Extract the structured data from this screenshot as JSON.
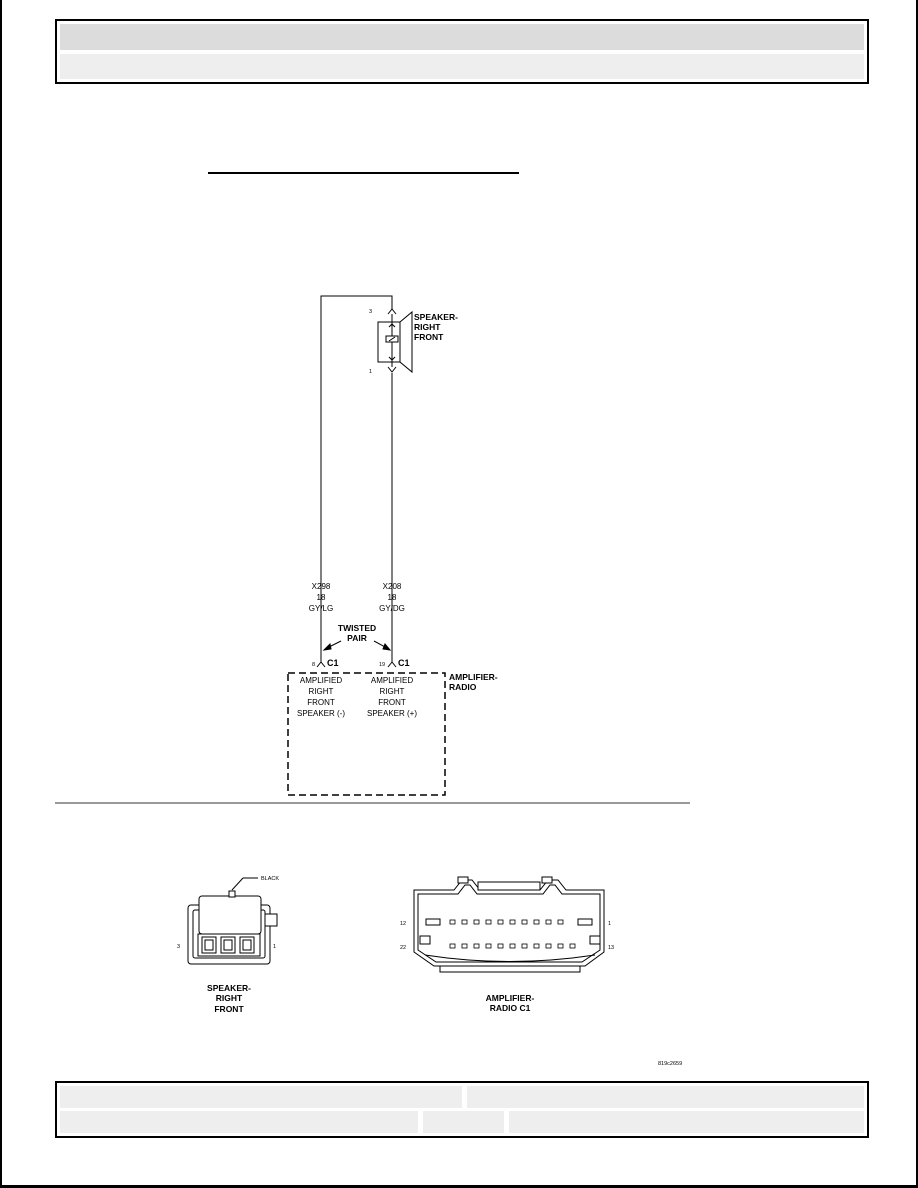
{
  "speaker_component": {
    "label_line1": "SPEAKER-",
    "label_line2": "RIGHT",
    "label_line3": "FRONT",
    "pin_top": "3",
    "pin_bottom": "1"
  },
  "wire_left": {
    "circuit": "X298",
    "gauge": "18",
    "color": "GY/LG"
  },
  "wire_right": {
    "circuit": "X208",
    "gauge": "18",
    "color": "GY/DG"
  },
  "twisted_pair": {
    "line1": "TWISTED",
    "line2": "PAIR"
  },
  "amplifier": {
    "label_line1": "AMPLIFIER-",
    "label_line2": "RADIO",
    "pin_left": {
      "number": "8",
      "connector": "C1",
      "desc": [
        "AMPLIFIED",
        "RIGHT",
        "FRONT",
        "SPEAKER (-)"
      ]
    },
    "pin_right": {
      "number": "19",
      "connector": "C1",
      "desc": [
        "AMPLIFIED",
        "RIGHT",
        "FRONT",
        "SPEAKER (+)"
      ]
    }
  },
  "speaker_connector_view": {
    "color_label": "BLACK",
    "pin_left": "3",
    "pin_right": "1",
    "name_line1": "SPEAKER-",
    "name_line2": "RIGHT",
    "name_line3": "FRONT"
  },
  "amp_connector_view": {
    "pin_top_left": "12",
    "pin_top_right": "1",
    "pin_bottom_left": "22",
    "pin_bottom_right": "13",
    "name_line1": "AMPLIFIER-",
    "name_line2": "RADIO C1"
  },
  "figure_id": "819c2659"
}
